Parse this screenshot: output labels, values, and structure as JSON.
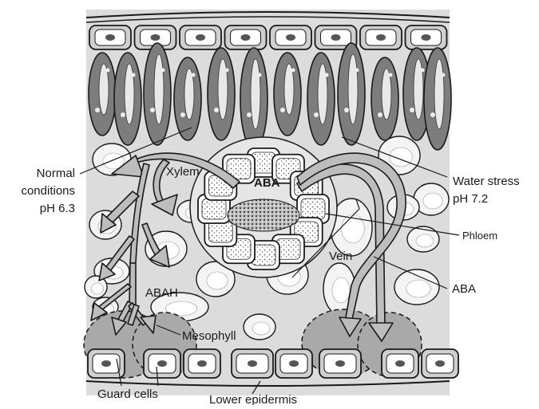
{
  "labels": {
    "normal_conditions": [
      "Normal",
      "conditions",
      "pH 6.3"
    ],
    "water_stress": [
      "Water stress",
      "pH 7.2"
    ],
    "xylem": "Xylem",
    "aba_center": "ABA",
    "phloem": "Phloem",
    "vein": "Vein",
    "aba_right": "ABA",
    "abah": "ABAH",
    "mesophyll": "Mesophyll",
    "guard_cells": "Guard cells",
    "lower_epidermis": "Lower epidermis"
  },
  "colors": {
    "leaf_background": "#dcdcdc",
    "epidermis_cell": "#cfcfcf",
    "palisade_cell": "#7d7d7d",
    "spongy_cell": "#f4f4f4",
    "arrow_fill": "#bdbdbd",
    "outline": "#1a1a1a",
    "guard_zone": "#a9a9a9"
  }
}
